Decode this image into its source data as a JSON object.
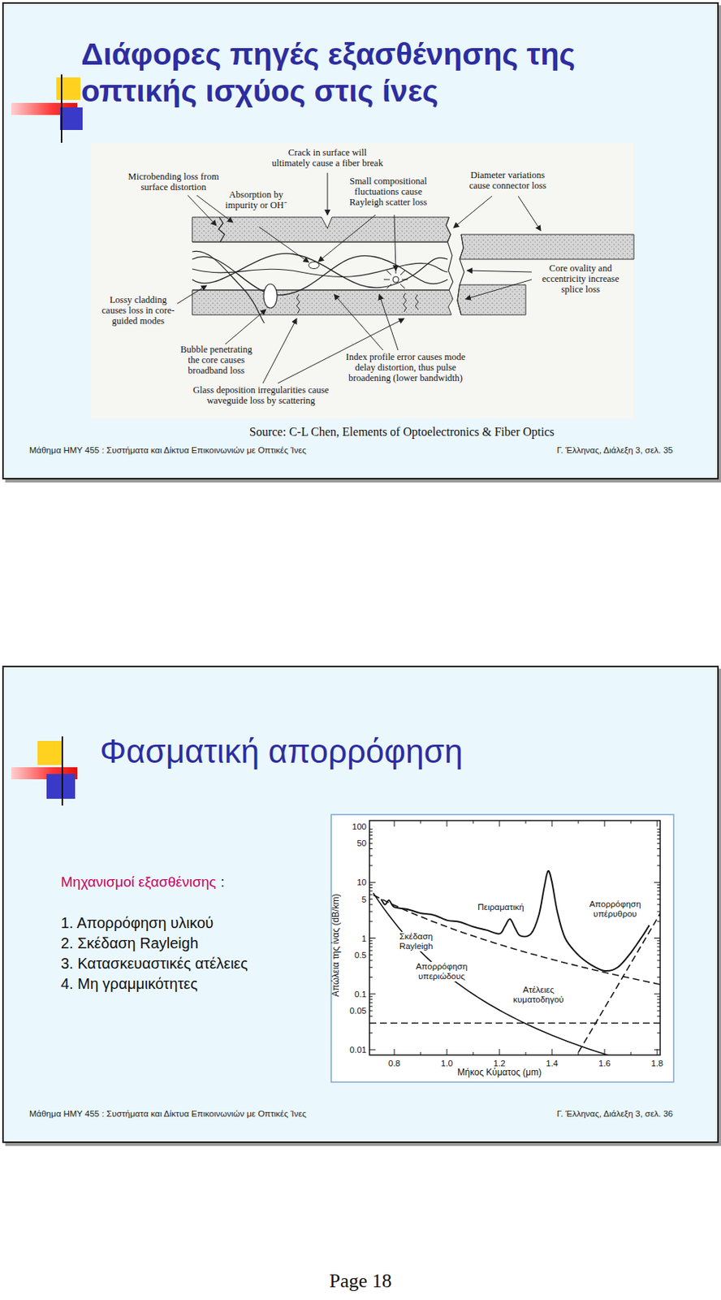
{
  "diagram": {
    "nodes": [
      {
        "text": [
          "Διάφορες πηγές εξασθένησης της οπτικής ισχύος στις ίνες",
          "Source: C-L Chen, Elements of Optoelectronics & Fiber Optics",
          "Μάθημα ΗΜΥ 455 : Συστήματα και Δίκτυα Επικοινωνιών με Οπτικές Ίνες",
          "Γ. Έλληνας, Διάλεξη 3, σελ. 35"
        ]
      },
      {
        "text": [
          "Φασματική απορρόφηση",
          "Μηχανισμοί εξασθένισης",
          ":",
          "1. Απορρόφηση υλικού",
          "2. Σκέδαση Rayleigh",
          "3. Κατασκευαστικές ατέλειες",
          "4. Μη γραμμικότητες",
          "Μάθημα ΗΜΥ 455 : Συστήματα και Δίκτυα Επικοινωνιών με Οπτικές Ίνες",
          "Γ. Έλληνας, Διάλεξη 3, σελ. 36"
        ]
      }
    ],
    "labels": [
      "Crack in surface will ultimately cause a fiber break",
      "Microbending loss from surface distortion",
      "Absorption by impurity or OH⁻",
      "Small compositional fluctuations cause Rayleigh scatter loss",
      "Diameter variations cause connector loss",
      "Core ovality and eccentricity increase splice loss",
      "Lossy cladding causes loss in core-guided modes",
      "Bubble penetrating the core causes broadband loss",
      "Index profile error causes mode delay distortion, thus pulse broadening (lower bandwidth)",
      "Glass deposition irregularities cause waveguide loss by scattering",
      "100",
      "50",
      "10",
      "5",
      "1",
      "0.5",
      "0.1",
      "0.05",
      "0.01",
      "0.8",
      "1.0",
      "1.2",
      "1.4",
      "1.6",
      "1.8",
      "Απώλεια της ίνας (dB/km)",
      "Μήκος Κύματος (μm)",
      "Πειραματική",
      "Απορρόφηση υπέρυθρου",
      "Σκέδαση Rayleigh",
      "Απορρόφηση υπεριώδους",
      "Ατέλειες κυματοδηγού",
      "Page 18"
    ]
  }
}
